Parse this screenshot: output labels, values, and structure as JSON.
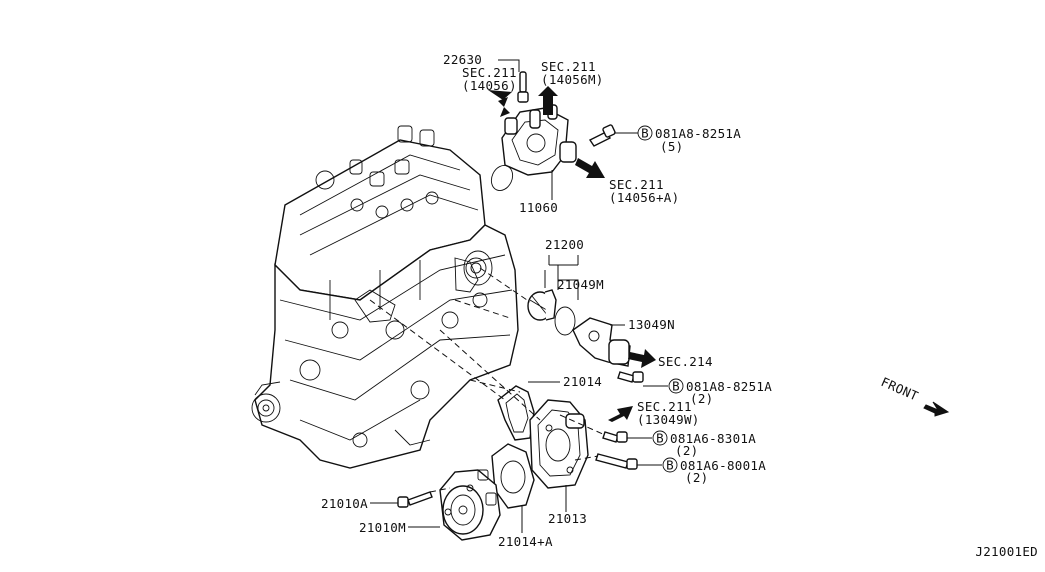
{
  "diagram_code": "J21001ED",
  "front_label": "FRONT",
  "bolt_marker": "B",
  "labels": {
    "p22630": "22630",
    "sec211_14056_a": "SEC.211",
    "sec211_14056_b": "(14056)",
    "sec211_14056m_a": "SEC.211",
    "sec211_14056m_b": "(14056M)",
    "bolt_081a8_8251a_top": "081A8-8251A",
    "bolt_081a8_8251a_top_qty": "(5)",
    "sec211_14056a_a": "SEC.211",
    "sec211_14056a_b": "(14056+A)",
    "p11060": "11060",
    "p21200": "21200",
    "p21049m": "21049M",
    "p13049n": "13049N",
    "sec214": "SEC.214",
    "bolt_081a8_8251a_mid": "081A8-8251A",
    "bolt_081a8_8251a_mid_qty": "(2)",
    "p21014": "21014",
    "sec211_13049w_a": "SEC.211",
    "sec211_13049w_b": "(13049W)",
    "bolt_081a6_8301a": "081A6-8301A",
    "bolt_081a6_8301a_qty": "(2)",
    "bolt_081a6_8001a": "081A6-8001A",
    "bolt_081a6_8001a_qty": "(2)",
    "p21010a": "21010A",
    "p21010m": "21010M",
    "p21014a": "21014+A",
    "p21013": "21013"
  }
}
